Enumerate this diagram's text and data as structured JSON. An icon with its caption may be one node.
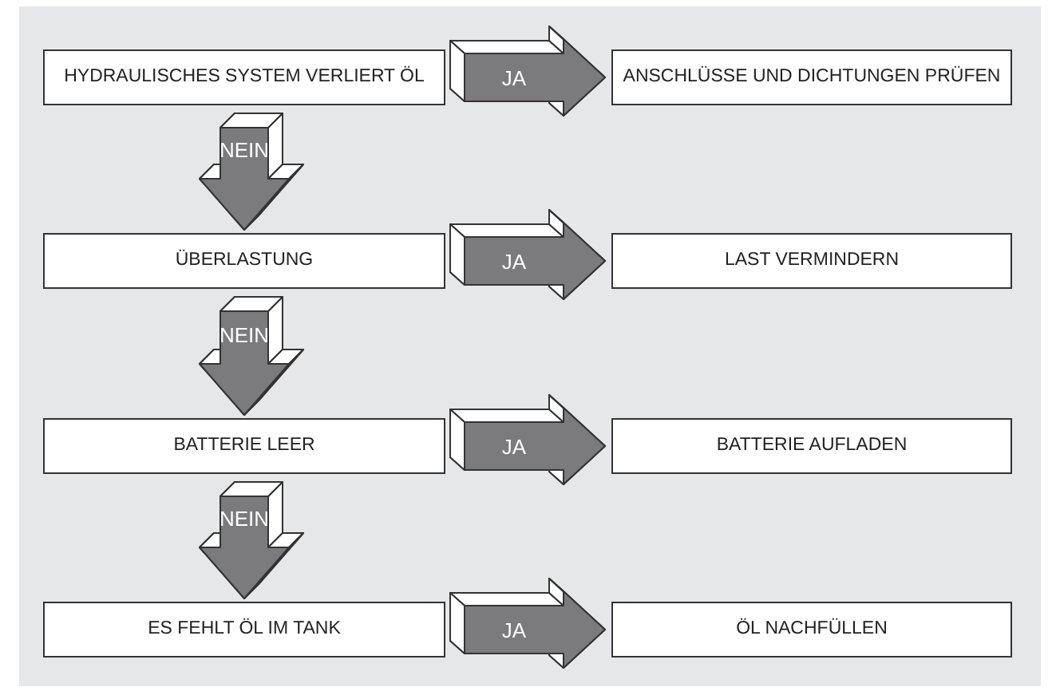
{
  "diagram": {
    "nodes": [
      {
        "text": [
          "HYDRAULISCHES SYSTEM VERLIERT ÖL"
        ]
      },
      {
        "text": [
          "ANSCHLÜSSE UND DICHTUNGEN PRÜFEN"
        ]
      },
      {
        "text": [
          "ÜBERLASTUNG"
        ]
      },
      {
        "text": [
          "LAST VERMINDERN"
        ]
      },
      {
        "text": [
          "BATTERIE LEER"
        ]
      },
      {
        "text": [
          "BATTERIE AUFLADEN"
        ]
      },
      {
        "text": [
          "ES FEHLT ÖL IM TANK"
        ]
      },
      {
        "text": [
          "ÖL NACHFÜLLEN"
        ]
      }
    ],
    "edges": [
      {
        "from": 0,
        "to": 1,
        "arrow": "to",
        "label": "JA"
      },
      {
        "from": 0,
        "to": 2,
        "arrow": "to",
        "label": "NEIN"
      },
      {
        "from": 2,
        "to": 3,
        "arrow": "to",
        "label": "JA"
      },
      {
        "from": 2,
        "to": 4,
        "arrow": "to",
        "label": "NEIN"
      },
      {
        "from": 4,
        "to": 5,
        "arrow": "to",
        "label": "JA"
      },
      {
        "from": 4,
        "to": 6,
        "arrow": "to",
        "label": "NEIN"
      },
      {
        "from": 6,
        "to": 7,
        "arrow": "to",
        "label": "JA"
      }
    ]
  }
}
